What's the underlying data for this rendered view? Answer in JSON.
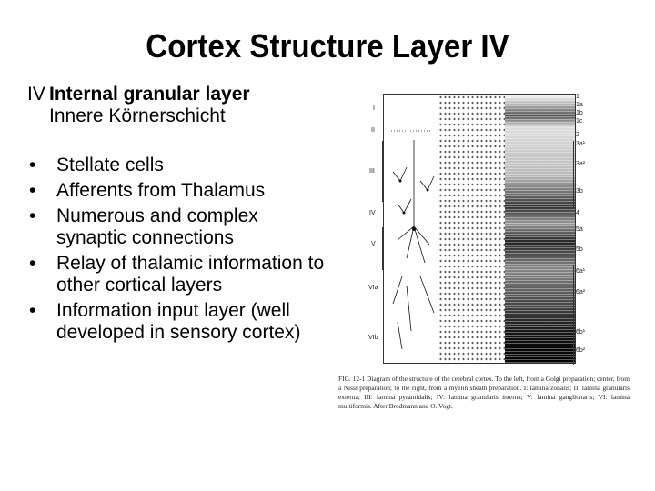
{
  "slide": {
    "title": "Cortex Structure Layer IV",
    "heading": {
      "roman": "IV",
      "english": "Internal granular layer",
      "german": "Innere Körnerschicht"
    },
    "bullets": [
      "Stellate cells",
      "Afferents from Thalamus",
      "Numerous and complex synaptic connections",
      "Relay of thalamic information to other cortical layers",
      "Information input layer (well developed in sensory cortex)"
    ],
    "bullet_glyph": "•"
  },
  "figure": {
    "layer_labels": [
      "I",
      "II",
      "III",
      "IV",
      "V",
      "VIa",
      "VIb"
    ],
    "sublayer_labels": [
      "1",
      "1a",
      "1b",
      "1c",
      "2",
      "3a¹",
      "3a²",
      "3b",
      "4",
      "5a",
      "5b",
      "6a¹",
      "6a²",
      "6b¹",
      "6b²"
    ],
    "caption": "FIG. 12-1  Diagram of the structure of the cerebral cortex. To the left, from a Golgi preparation; center, from a Nissl preparation; to the right, from a myelin sheath preparation. I: lamina zonalis; II: lamina granularis externa; III: lamina pyramidalis; IV: lamina granularis interna; V: lamina ganglionaris; VI: lamina multiformis. After Brodmann and O. Vogt."
  }
}
